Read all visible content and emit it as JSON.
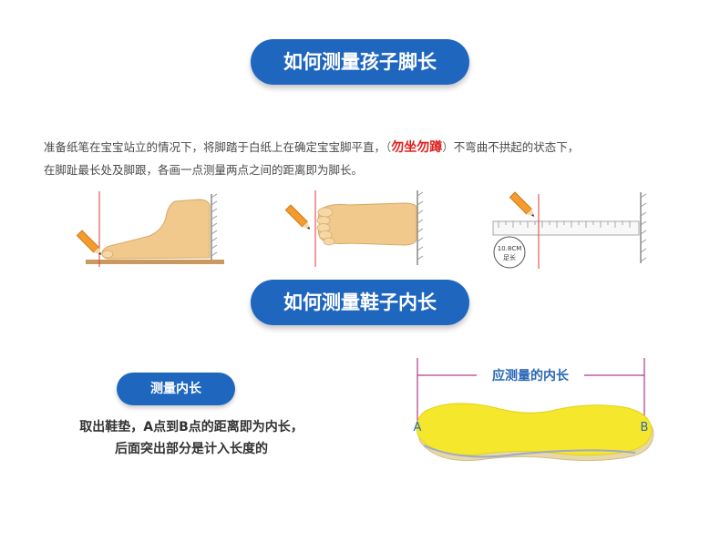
{
  "section1": {
    "title": "如何测量孩子脚长"
  },
  "description": {
    "line1_before": "准备纸笔在宝宝站立的情况下，将脚踏于白纸上在确定宝宝脚平直，",
    "paren_open": "（",
    "warning": "勿坐勿蹲",
    "paren_close": "）",
    "line1_after": "不弯曲不拱起的状态下，",
    "line2": "在脚趾最长处及脚跟，各画一点测量两点之间的距离即为脚长。"
  },
  "ruler": {
    "reading": "10.8CM",
    "caption": "足长"
  },
  "section2": {
    "title": "如何测量鞋子内长"
  },
  "badge": {
    "label": "测量内长"
  },
  "instructions": {
    "line1": "取出鞋垫，A点到B点的距离即为内长，",
    "line2": "后面突出部分是计入长度的"
  },
  "insole": {
    "label": "应测量的内长",
    "point_a": "A",
    "point_b": "B"
  },
  "colors": {
    "brand_blue": "#1f66bf",
    "warning_red": "#e0201e",
    "insole_yellow": "#f5e72c",
    "insole_edge": "#e8d8a0",
    "guide_red": "#e23a3a"
  }
}
